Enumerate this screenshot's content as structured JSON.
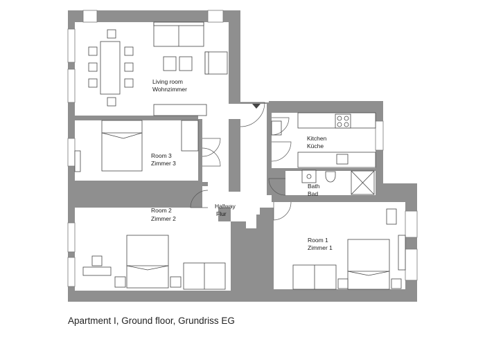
{
  "rooms": {
    "living_room": {
      "name_en": "Living room",
      "name_de": "Wohnzimmer"
    },
    "room3": {
      "name_en": "Room 3",
      "name_de": "Zimmer 3"
    },
    "room2": {
      "name_en": "Room 2",
      "name_de": "Zimmer 2"
    },
    "room1": {
      "name_en": "Room 1",
      "name_de": "Zimmer 1"
    },
    "hallway": {
      "name_en": "Hallway",
      "name_de": "Flur"
    },
    "kitchen": {
      "name_en": "Kitchen",
      "name_de": "Küche"
    },
    "bath": {
      "name_en": "Bath",
      "name_de": "Bad"
    }
  },
  "caption": "Apartment I, Ground floor, Grundriss EG",
  "colors": {
    "wall": "#8f8f8f",
    "floor": "#ffffff",
    "line": "#444444"
  }
}
